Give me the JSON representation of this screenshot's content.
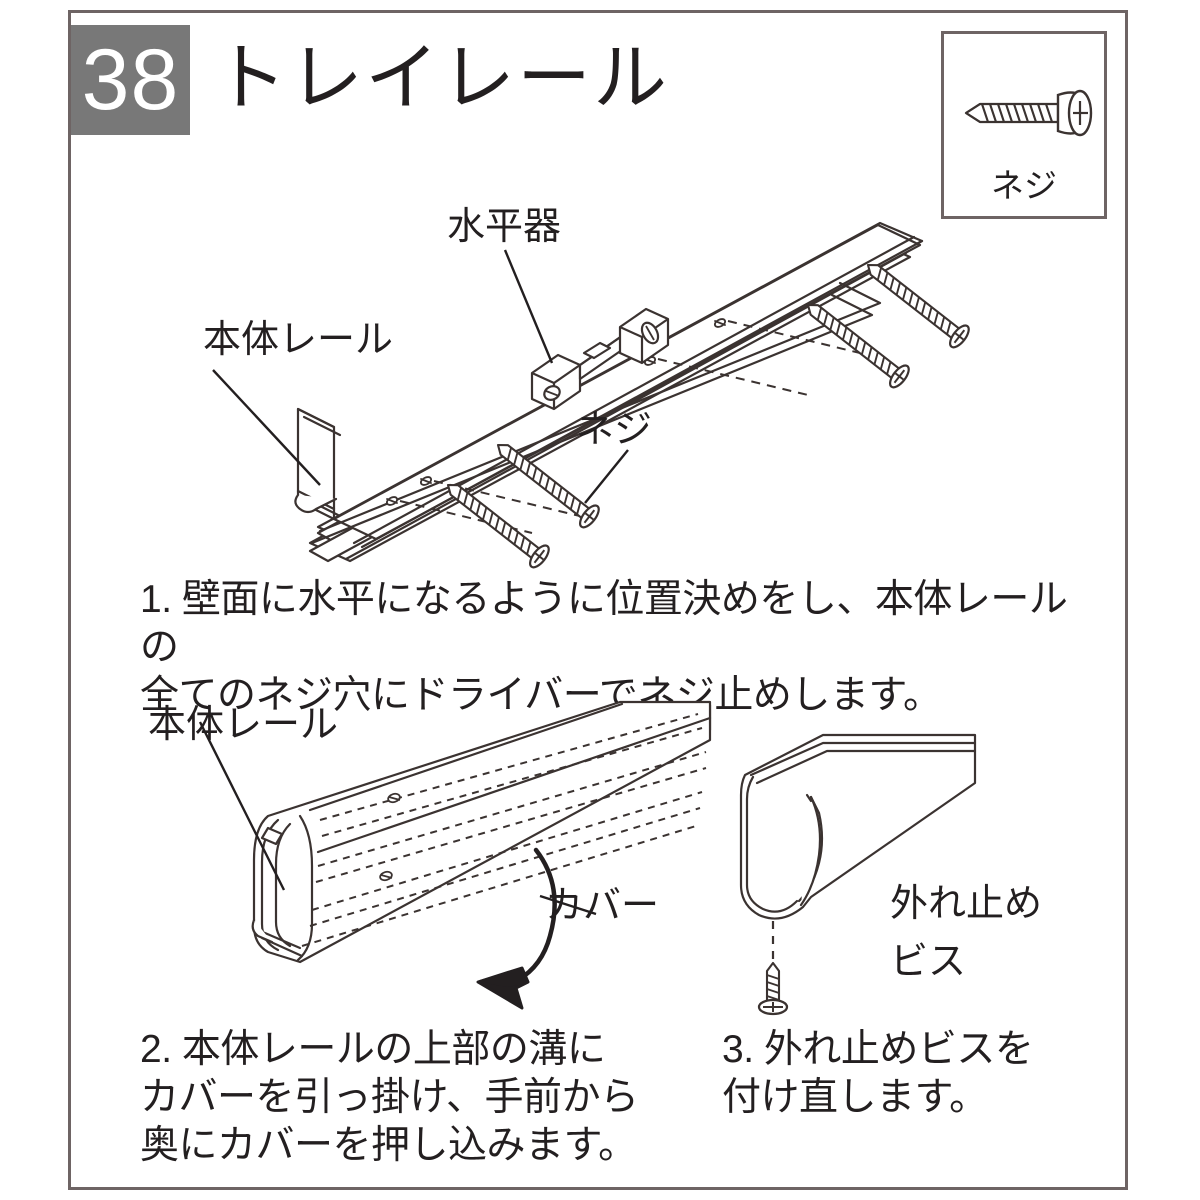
{
  "page": {
    "number": "38",
    "title": "トレイレール",
    "border_color": "#6e6464",
    "badge_color": "#787878",
    "ink_color": "#231f20"
  },
  "parts_box": {
    "icon": "screw-icon",
    "label": "ネジ"
  },
  "figure_1": {
    "name": "rail-mounting-figure",
    "labels": {
      "level": "水平器",
      "main_rail": "本体レール",
      "screw": "ネジ"
    },
    "screw_count": 4,
    "screw_hole_count": 4
  },
  "figure_2": {
    "name": "cover-attach-figure",
    "labels": {
      "main_rail": "本体レール",
      "cover": "カバー"
    },
    "arrow": "curved-push-arrow"
  },
  "figure_3": {
    "name": "retainer-screw-figure",
    "labels": {
      "retainer_screw_line1": "外れ止め",
      "retainer_screw_line2": "ビス"
    }
  },
  "instructions": {
    "step1": {
      "line1": "1. 壁面に水平になるように位置決めをし、本体レールの",
      "line2": "全てのネジ穴にドライバーでネジ止めします。"
    },
    "step2": {
      "line1": "2. 本体レールの上部の溝に",
      "line2": "カバーを引っ掛け、手前から",
      "line3": "奥にカバーを押し込みます。"
    },
    "step3": {
      "line1": "3. 外れ止めビスを",
      "line2": "付け直します。"
    }
  }
}
